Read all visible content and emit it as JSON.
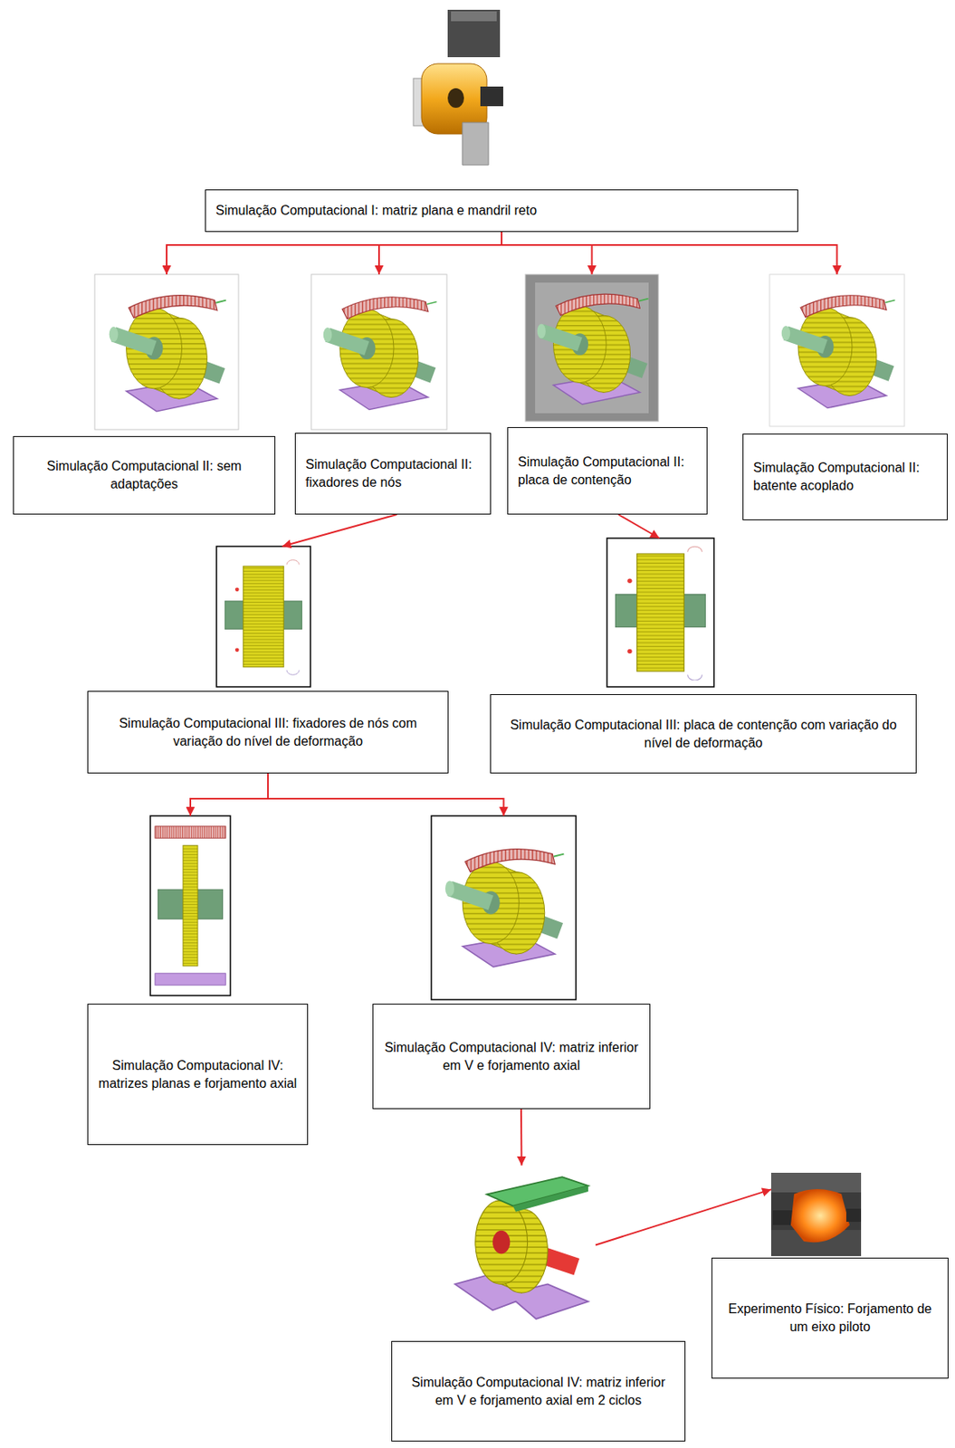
{
  "diagram": {
    "nodes": [
      {
        "text": [
          "Simulação Computacional I: matriz plana e mandril reto"
        ]
      },
      {
        "text": [
          "Simulação Computacional II: sem adaptações"
        ]
      },
      {
        "text": [
          "Simulação Computacional II: fixadores de nós"
        ]
      },
      {
        "text": [
          "Simulação Computacional II: placa de contenção"
        ]
      },
      {
        "text": [
          "Simulação Computacional II: batente acoplado"
        ]
      },
      {
        "text": [
          "Simulação Computacional III: fixadores de nós com variação do nível de deformação"
        ]
      },
      {
        "text": [
          "Simulação Computacional III: placa de contenção com variação do nível de deformação"
        ]
      },
      {
        "text": [
          "Simulação Computacional IV: matrizes planas e forjamento axial"
        ]
      },
      {
        "text": [
          "Simulação Computacional IV: matriz inferior em V e forjamento axial"
        ]
      },
      {
        "text": [
          "Simulação Computacional IV: matriz inferior em V e forjamento axial em 2 ciclos"
        ]
      },
      {
        "text": [
          "Experimento Físico: Forjamento de um eixo piloto"
        ]
      }
    ],
    "edges": [
      {
        "from": 0,
        "to": 1,
        "arrow": "to"
      },
      {
        "from": 0,
        "to": 2,
        "arrow": "to"
      },
      {
        "from": 0,
        "to": 3,
        "arrow": "to"
      },
      {
        "from": 0,
        "to": 4,
        "arrow": "to"
      },
      {
        "from": 2,
        "to": 5,
        "arrow": "to"
      },
      {
        "from": 3,
        "to": 6,
        "arrow": "to"
      },
      {
        "from": 5,
        "to": 7,
        "arrow": "to"
      },
      {
        "from": 5,
        "to": 8,
        "arrow": "to"
      },
      {
        "from": 8,
        "to": 9,
        "arrow": "to"
      },
      {
        "from": 9,
        "to": 10,
        "arrow": "to"
      }
    ]
  }
}
